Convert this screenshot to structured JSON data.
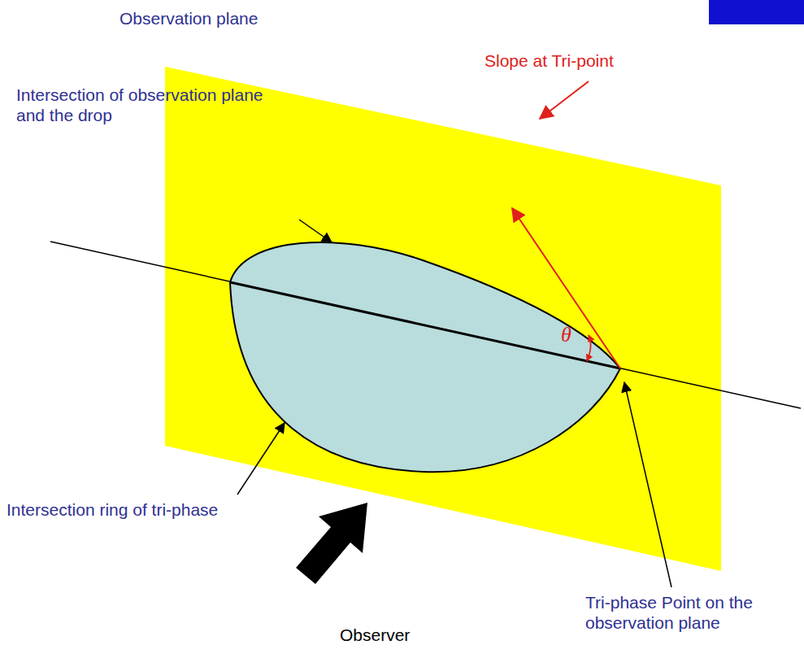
{
  "diagram": {
    "labels": [
      "Observation plane",
      "Intersection of observation plane and the drop",
      "Slope at Tri-point",
      "θ",
      "Intersection ring of tri-phase",
      "Tri-phase Point on the observation plane",
      "Observer"
    ]
  }
}
